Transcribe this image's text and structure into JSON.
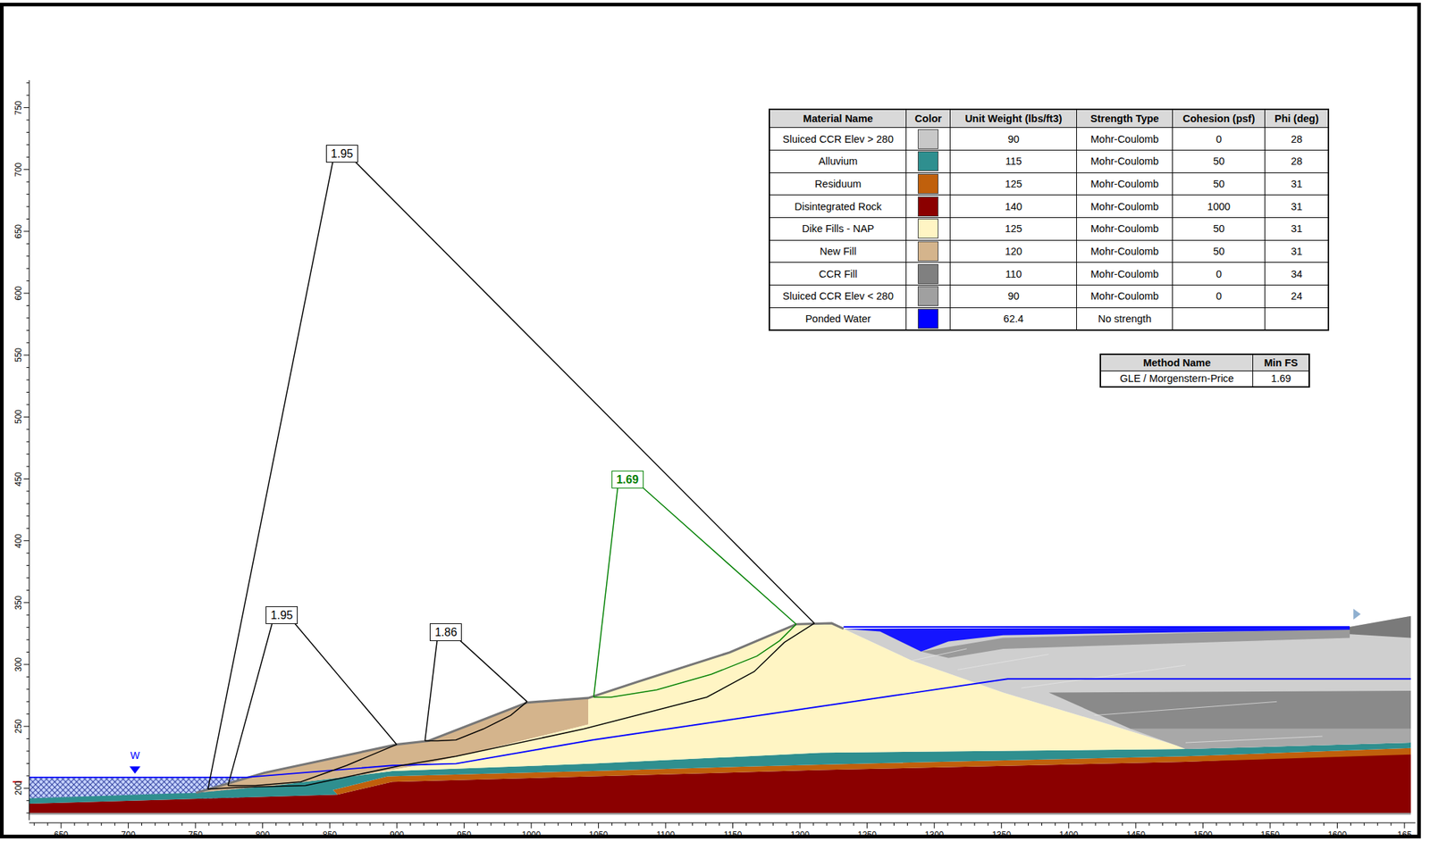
{
  "diagram": {
    "nodes": [
      {
        "text": [
          "1.95"
        ]
      },
      {
        "text": [
          "1.69"
        ]
      },
      {
        "text": [
          "1.95"
        ]
      },
      {
        "text": [
          "1.86"
        ]
      }
    ],
    "labels": [
      "Material Name",
      "Color",
      "Unit Weight (lbs/ft3)",
      "Strength Type",
      "Cohesion (psf)",
      "Phi (deg)",
      "90",
      "Mohr-Coulomb",
      "0",
      "28",
      "115",
      "Mohr-Coulomb",
      "50",
      "28",
      "125",
      "Mohr-Coulomb",
      "50",
      "31",
      "140",
      "Mohr-Coulomb",
      "1000",
      "31",
      "125",
      "Mohr-Coulomb",
      "50",
      "31",
      "120",
      "Mohr-Coulomb",
      "50",
      "31",
      "110",
      "Mohr-Coulomb",
      "0",
      "34",
      "90",
      "Mohr-Coulomb",
      "0",
      "24",
      "62.4",
      "No strength",
      "Method Name",
      "Min FS",
      "GLE / Morgenstern-Price",
      "1.69",
      "200",
      "250",
      "300",
      "350",
      "400",
      "450",
      "500",
      "550",
      "600",
      "650",
      "700",
      "750",
      "650",
      "700",
      "750",
      "800",
      "850",
      "900",
      "950",
      "1000",
      "1050",
      "1100",
      "1150",
      "1200",
      "1250",
      "1300",
      "1350",
      "1400",
      "1450",
      "1500",
      "1550",
      "1600",
      "165",
      "W"
    ],
    "legend": [
      {
        "text": "Sluiced CCR Elev > 280",
        "color": "#c8c8c8"
      },
      {
        "text": "Alluvium",
        "color": "#2f8f8f"
      },
      {
        "text": "Residuum",
        "color": "#c0600c"
      },
      {
        "text": "Disintegrated Rock",
        "color": "#8b0000"
      },
      {
        "text": "Dike Fills - NAP",
        "color": "#fff5c4"
      },
      {
        "text": "New Fill",
        "color": "#d4b48c"
      },
      {
        "text": "CCR Fill",
        "color": "#808080"
      },
      {
        "text": "Sluiced CCR Elev < 280",
        "color": "#a0a0a0"
      },
      {
        "text": "Ponded Water",
        "color": "#0000ff"
      }
    ]
  }
}
